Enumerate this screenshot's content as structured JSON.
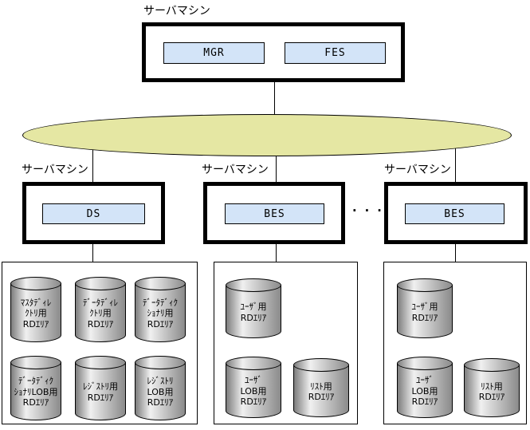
{
  "colors": {
    "component_fill": "#d3e4f8",
    "network_fill": "#e5e7a3",
    "cylinder_dark": "#7d7d7d",
    "cylinder_light": "#f0f0f0",
    "outline": "#000000",
    "background": "#ffffff"
  },
  "top_server": {
    "label": "サーバマシン",
    "components": [
      {
        "name": "MGR"
      },
      {
        "name": "FES"
      }
    ]
  },
  "ellipsis": "...",
  "servers": [
    {
      "label": "サーバマシン",
      "component": "DS",
      "rdareas": [
        {
          "label": "ﾏｽﾀﾃﾞｨﾚ\nｸﾄﾘ用\nRDｴﾘｱ"
        },
        {
          "label": "ﾃﾞｰﾀﾃﾞｨﾚ\nｸﾄﾘ用\nRDｴﾘｱ"
        },
        {
          "label": "ﾃﾞｰﾀﾃﾞｨｸ\nｼｮﾅﾘ用\nRDｴﾘｱ"
        },
        {
          "label": "ﾃﾞｰﾀﾃﾞｨｸ\nｼｮﾅﾘLOB用\nRDｴﾘｱ"
        },
        {
          "label": "ﾚｼﾞｽﾄﾘ用\nRDｴﾘｱ"
        },
        {
          "label": "ﾚｼﾞｽﾄﾘ\nLOB用\nRDｴﾘｱ"
        }
      ]
    },
    {
      "label": "サーバマシン",
      "component": "BES",
      "rdareas": [
        {
          "label": "ﾕｰｻﾞ用\nRDｴﾘｱ"
        },
        {
          "label": "ﾕｰｻﾞ\nLOB用\nRDｴﾘｱ"
        },
        {
          "label": "ﾘｽﾄ用\nRDｴﾘｱ"
        }
      ]
    },
    {
      "label": "サーバマシン",
      "component": "BES",
      "rdareas": [
        {
          "label": "ﾕｰｻﾞ用\nRDｴﾘｱ"
        },
        {
          "label": "ﾕｰｻﾞ\nLOB用\nRDｴﾘｱ"
        },
        {
          "label": "ﾘｽﾄ用\nRDｴﾘｱ"
        }
      ]
    }
  ]
}
